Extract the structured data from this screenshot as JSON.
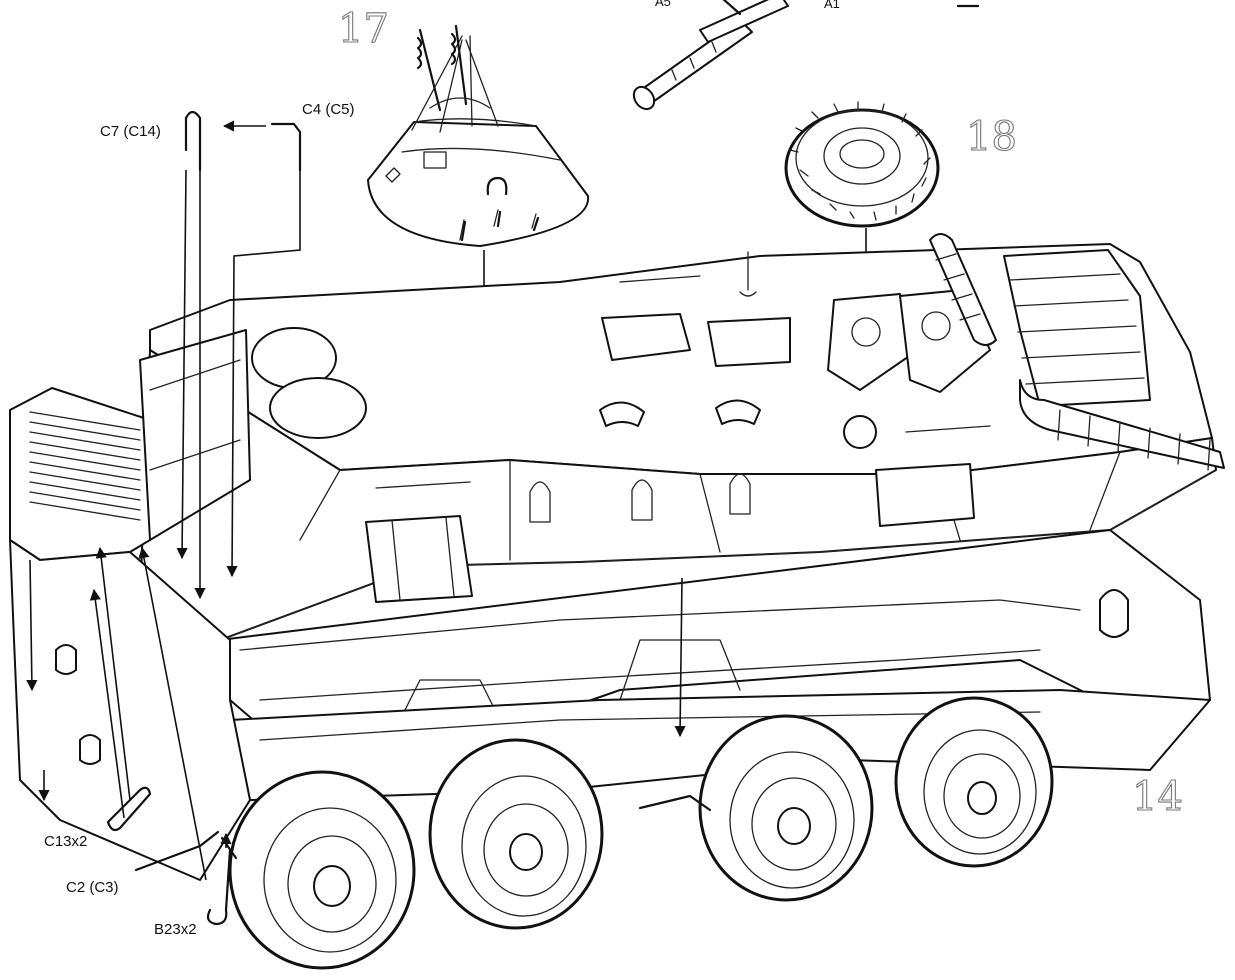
{
  "diagram": {
    "step_numbers": [
      "17",
      "18",
      "14"
    ],
    "part_labels": {
      "turret_gun_left": "A5",
      "turret_gun_right": "A1",
      "rail_left": "C7 (C14)",
      "rail_right": "C4 (C5)",
      "handle": "C13x2",
      "step_bracket": "C2 (C3)",
      "hook": "B23x2"
    }
  }
}
